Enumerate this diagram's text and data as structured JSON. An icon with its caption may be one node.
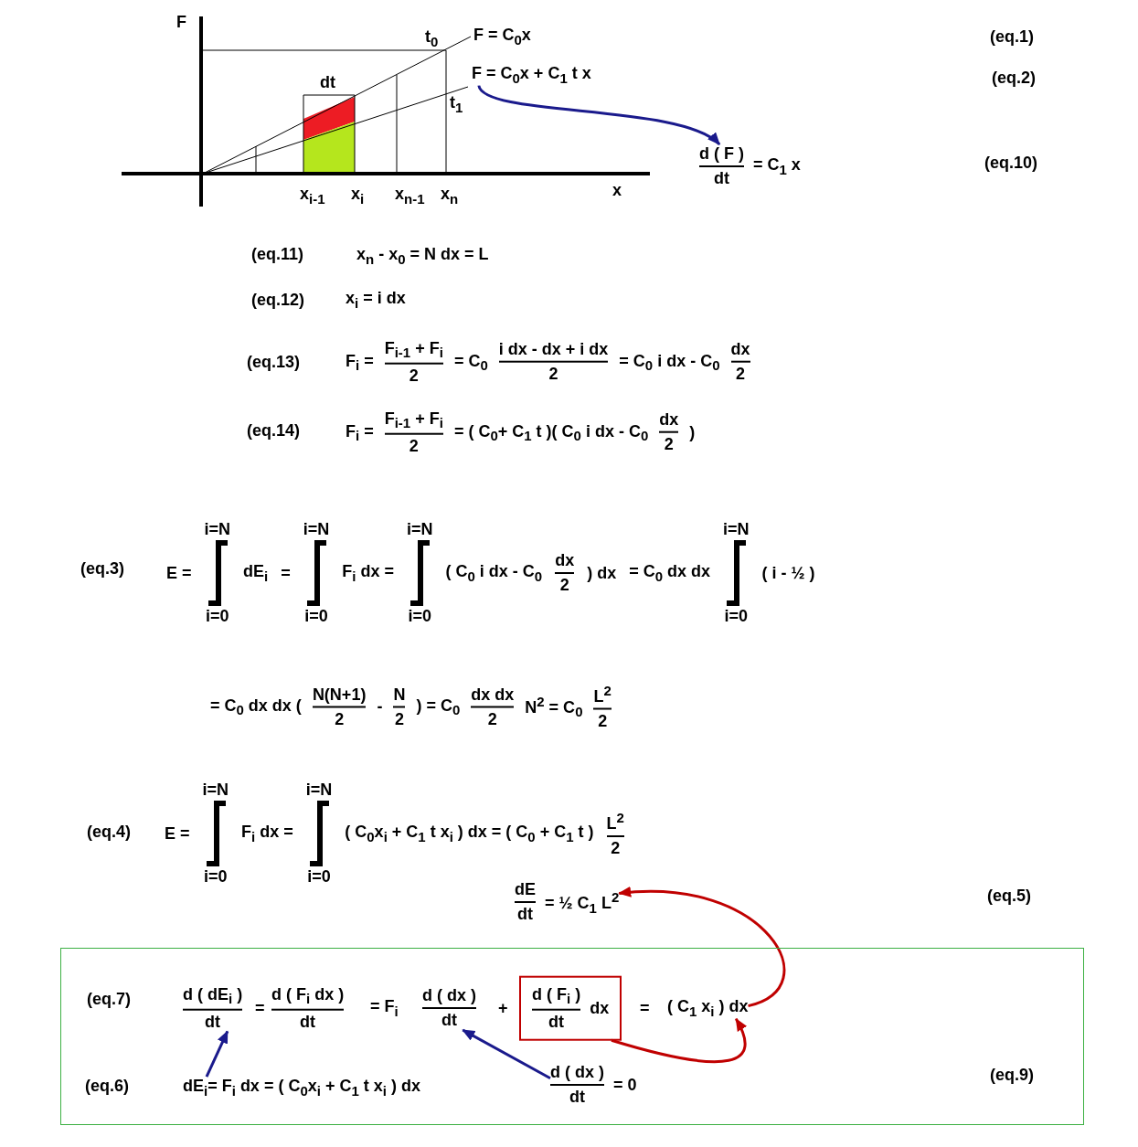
{
  "diagram": {
    "nodes": [
      {
        "text": [
          "F = C$_{0}$x  +  C$_{1}$ t  x"
        ]
      },
      {
        "text": [
          "d ( F )",
          "dt",
          "=  C$_{1}$ x"
        ]
      },
      {
        "text": [
          "(eq.7)",
          "(eq.6)",
          "(eq.9)"
        ]
      },
      {
        "text": [
          "d ( dE$_{i}$ )",
          "dt"
        ],
        "in": 2
      },
      {
        "text": [
          "d ( dx )",
          "dt"
        ],
        "in": 2
      },
      {
        "text": [
          "d ( F$_{i}$ )",
          "dt",
          "dx"
        ],
        "in": 2
      },
      {
        "text": [
          "( C$_{1}$ x$_{i}$ ) dx"
        ],
        "in": 2
      },
      {
        "text": [
          "dE$_{i}$= F$_{i}$ dx = ( C$_{0}$x$_{i}$ +  C$_{1}$ t  x$_{i}$ ) dx"
        ],
        "in": 2
      },
      {
        "text": [
          "d ( dx )",
          "dt",
          "=   0"
        ],
        "in": 2
      },
      {
        "text": [
          "dE",
          "dt",
          "=   ½ C$_{1}$  L$^{2}$"
        ]
      }
    ],
    "edges": [
      {
        "from": 0,
        "to": 1,
        "arrow": "to"
      },
      {
        "from": 6,
        "to": 9,
        "arrow": "to",
        "color": "#c00000"
      },
      {
        "from": 5,
        "to": 6,
        "arrow": "to",
        "color": "#c00000"
      },
      {
        "from": 7,
        "to": 3,
        "arrow": "to"
      },
      {
        "from": 8,
        "to": 4,
        "arrow": "to"
      }
    ],
    "labels": [
      "F",
      "t$_{0}$",
      "F = C$_{0}$x",
      "(eq.1)",
      "dt",
      "(eq.2)",
      "t$_{1}$",
      "(eq.10)",
      "x$_{i-1}$",
      "x$_{i}$",
      "x$_{n-1}$",
      "x$_{n}$",
      "x",
      "(eq.11)",
      "x$_{n}$ -   x$_{0}$  =  N  dx   = L",
      "(eq.12)",
      "x$_{i}$  = i dx",
      "(eq.13)",
      "F$_{i}$ =",
      "F$_{i-1}$  +  F$_{i}$",
      "2",
      "=  C$_{0}$",
      "i dx - dx   + i dx",
      "2",
      "=  C$_{0}$  i dx  -  C$_{0}$",
      "dx",
      "2",
      "(eq.14)",
      "F$_{i}$ =",
      "F$_{i-1}$  +  F$_{i}$",
      "2",
      "=    ( C$_{0}$+  C$_{1}$ t )( C$_{0}$ i dx - C$_{0}$",
      "dx",
      "2",
      ")",
      "(eq.3)",
      "E  =",
      "i=N",
      "i=0",
      "dE$_{i}$",
      "=",
      "i=N",
      "i=0",
      "F$_{i}$ dx  =",
      "i=N",
      "i=0",
      "(   C$_{0}$ i dx - C$_{0}$",
      "dx",
      "2",
      ")  dx",
      "=  C$_{0}$  dx  dx",
      "i=N",
      "i=0",
      "( i - ½ )",
      "=  C$_{0}$  dx  dx  (",
      "N(N+1)",
      "2",
      "-",
      "N",
      "2",
      ")  =  C$_{0}$",
      "dx  dx",
      "2",
      "N$^{2}$   =  C$_{0}$",
      "L$^{2}$",
      "2",
      "(eq.4)",
      "E  =",
      "i=N",
      "i=0",
      "F$_{i}$ dx  =",
      "i=N",
      "i=0",
      "( C$_{0}$x$_{i}$ +  C$_{1}$ t  x$_{i}$ )  dx  =  ( C$_{0}$ +  C$_{1}$ t  )",
      "L$^{2}$",
      "2",
      "(eq.5)",
      "=",
      "d ( F$_{i}$ dx )",
      "dt",
      "=   F$_{i}$",
      "+",
      "="
    ]
  }
}
